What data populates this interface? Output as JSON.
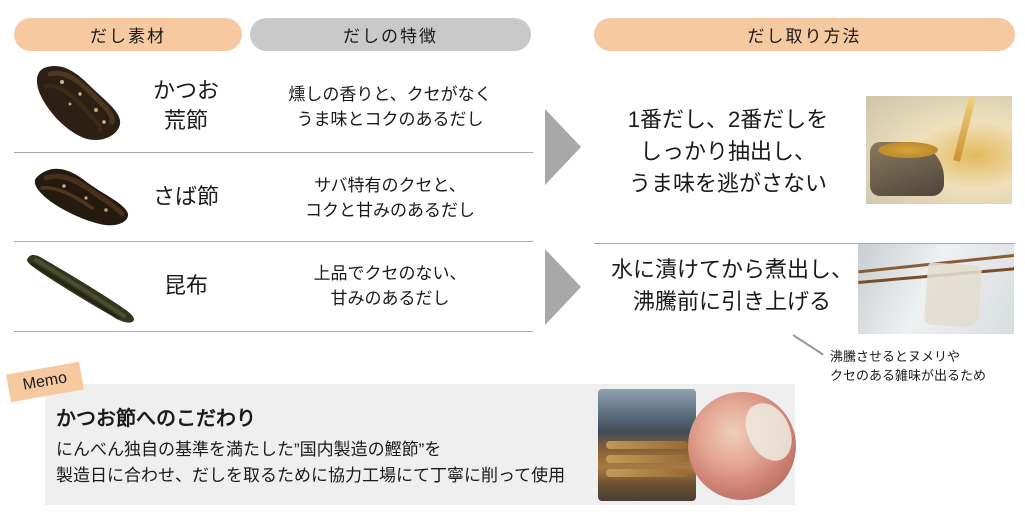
{
  "headers": {
    "ingredients": "だし素材",
    "characteristics": "だしの特徴",
    "method": "だし取り方法"
  },
  "ingredients": [
    {
      "name": "かつお\n荒節",
      "description": "燻しの香りと、クセがなく\nうま味とコクのあるだし"
    },
    {
      "name": "さば節",
      "description": "サバ特有のクセと、\nコクと甘みのあるだし"
    },
    {
      "name": "昆布",
      "description": "上品でクセのない、\n甘みのあるだし"
    }
  ],
  "methods": [
    {
      "text": "1番だし、2番だしを\nしっかり抽出し、\nうま味を逃がさない"
    },
    {
      "text": "水に漬けてから煮出し、\n沸騰前に引き上げる",
      "note": "沸騰させるとヌメリや\nクセのある雑味が出るため"
    }
  ],
  "memo": {
    "label": "Memo",
    "title": "かつお節へのこだわり",
    "body": "にんべん独自の基準を満たした”国内製造の鰹節”を\n製造日に合わせ、だしを取るために協力工場にて丁寧に削って使用"
  },
  "colors": {
    "accent_orange": "#f6c9a0",
    "pill_gray": "#c9c9c9",
    "arrow_gray": "#a8a8a8",
    "memo_background": "#efefef"
  }
}
